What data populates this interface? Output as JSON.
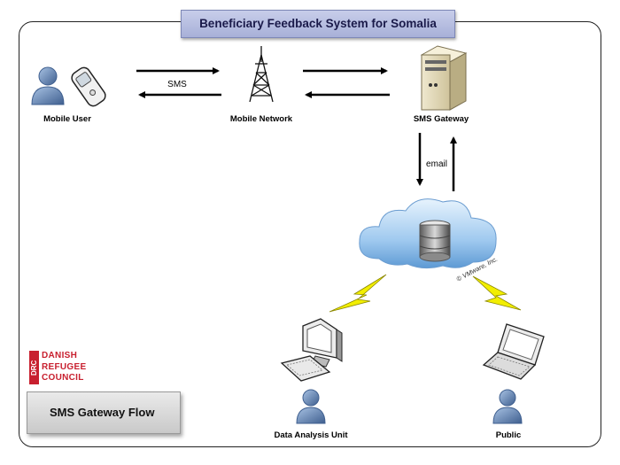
{
  "title": "Beneficiary Feedback System for Somalia",
  "nodes": {
    "mobile_user": "Mobile User",
    "mobile_network": "Mobile Network",
    "sms_gateway": "SMS Gateway",
    "data_analysis_unit": "Data Analysis Unit",
    "public": "Public"
  },
  "edges": {
    "sms": "SMS",
    "email": "email"
  },
  "cloud_credit": "© VMware, Inc.",
  "logo": {
    "mark": "DRC",
    "line1": "DANISH",
    "line2": "REFUGEE",
    "line3": "COUNCIL"
  },
  "caption": "SMS Gateway Flow",
  "colors": {
    "title_bg": "#b3bbe0",
    "arrow": "#000000",
    "lightning": "#f2ee00",
    "cloud": "#9fc9ef",
    "person": "#6f8fb8",
    "logo": "#c8202f"
  }
}
